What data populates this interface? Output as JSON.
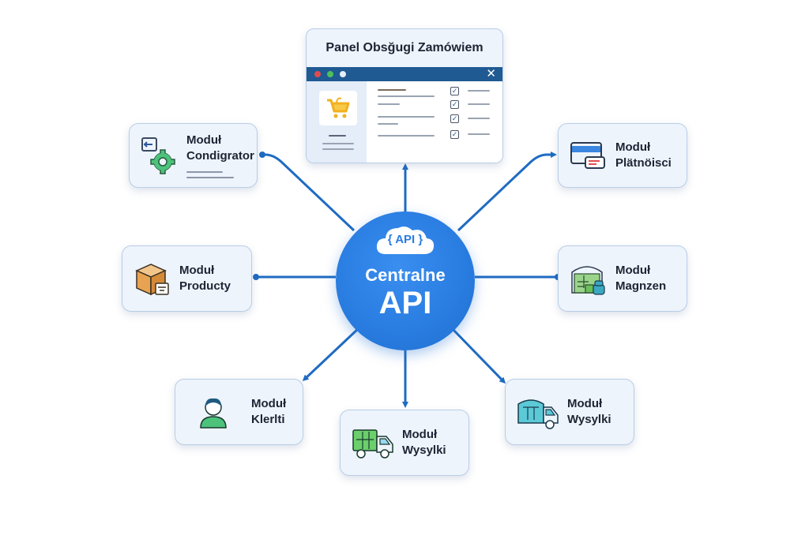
{
  "colors": {
    "accent": "#2a7de1",
    "connector": "#1f6bc2",
    "card_bg": "#eef4fc",
    "card_border": "#b9cde6",
    "panel_bar": "#1f5a93",
    "text": "#1d2433"
  },
  "hub": {
    "badge": "{ API }",
    "subtitle": "Centralne",
    "title": "API",
    "icon": "cloud-api-icon"
  },
  "panel": {
    "title": "Panel Obsğugi Zamówiem",
    "window_dots": [
      "#e04b4b",
      "#4cc25a",
      "#e6eef8"
    ],
    "close_glyph": "✕",
    "icon": "shopping-cart-icon",
    "checklist_count": 4
  },
  "modules": [
    {
      "id": "configurator",
      "line1": "Moduł",
      "line2": "Condigrator",
      "icon": "gear-settings-icon",
      "has_sublines": true
    },
    {
      "id": "payments",
      "line1": "Moduł",
      "line2": "Plätnöisci",
      "icon": "credit-card-icon",
      "has_sublines": false
    },
    {
      "id": "products",
      "line1": "Moduł",
      "line2": "Producty",
      "icon": "package-box-icon",
      "has_sublines": false
    },
    {
      "id": "warehouse",
      "line1": "Moduł",
      "line2": "Magnzen",
      "icon": "warehouse-icon",
      "has_sublines": false
    },
    {
      "id": "clients",
      "line1": "Moduł",
      "line2": "Klerlti",
      "icon": "user-icon",
      "has_sublines": false
    },
    {
      "id": "shipping-center",
      "line1": "Moduł",
      "line2": "Wysylki",
      "icon": "delivery-truck-icon",
      "has_sublines": false
    },
    {
      "id": "shipping-right",
      "line1": "Moduł",
      "line2": "Wysylki",
      "icon": "cargo-truck-icon",
      "has_sublines": false
    }
  ]
}
